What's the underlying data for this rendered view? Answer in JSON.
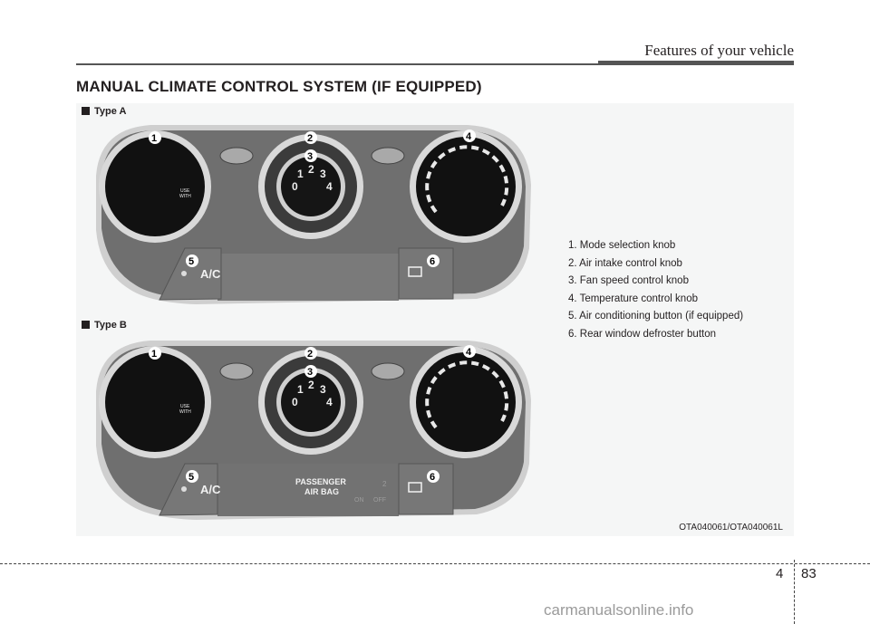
{
  "header": {
    "title": "Features of your vehicle"
  },
  "section": {
    "title": "MANUAL CLIMATE CONTROL SYSTEM (IF EQUIPPED)"
  },
  "figures": {
    "type_a_label": "Type A",
    "type_b_label": "Type B",
    "callouts": [
      "1",
      "2",
      "3",
      "4",
      "5",
      "6"
    ],
    "fan_scale": [
      "0",
      "1",
      "2",
      "3",
      "4"
    ],
    "ac_label": "A/C",
    "defrost_note": [
      "USE",
      "WITH"
    ],
    "airbag_label": [
      "PASSENGER",
      "AIR BAG"
    ],
    "airbag_on": "ON",
    "airbag_off": "OFF",
    "airbag_indicator_number": "2",
    "code": "OTA040061/OTA040061L"
  },
  "legend": {
    "items": [
      "1. Mode selection knob",
      "2. Air intake control knob",
      "3. Fan speed control knob",
      "4. Temperature control knob",
      "5. Air conditioning button (if equipped)",
      "6. Rear window defroster button"
    ]
  },
  "footer": {
    "chapter": "4",
    "page": "83"
  },
  "watermark": {
    "text": "carmanualsonline.info"
  },
  "colors": {
    "panel_face": "#6e6e6e",
    "panel_rim": "#c8c8c8",
    "knob": "#1a1a1a",
    "callout_fill": "#ffffff"
  }
}
